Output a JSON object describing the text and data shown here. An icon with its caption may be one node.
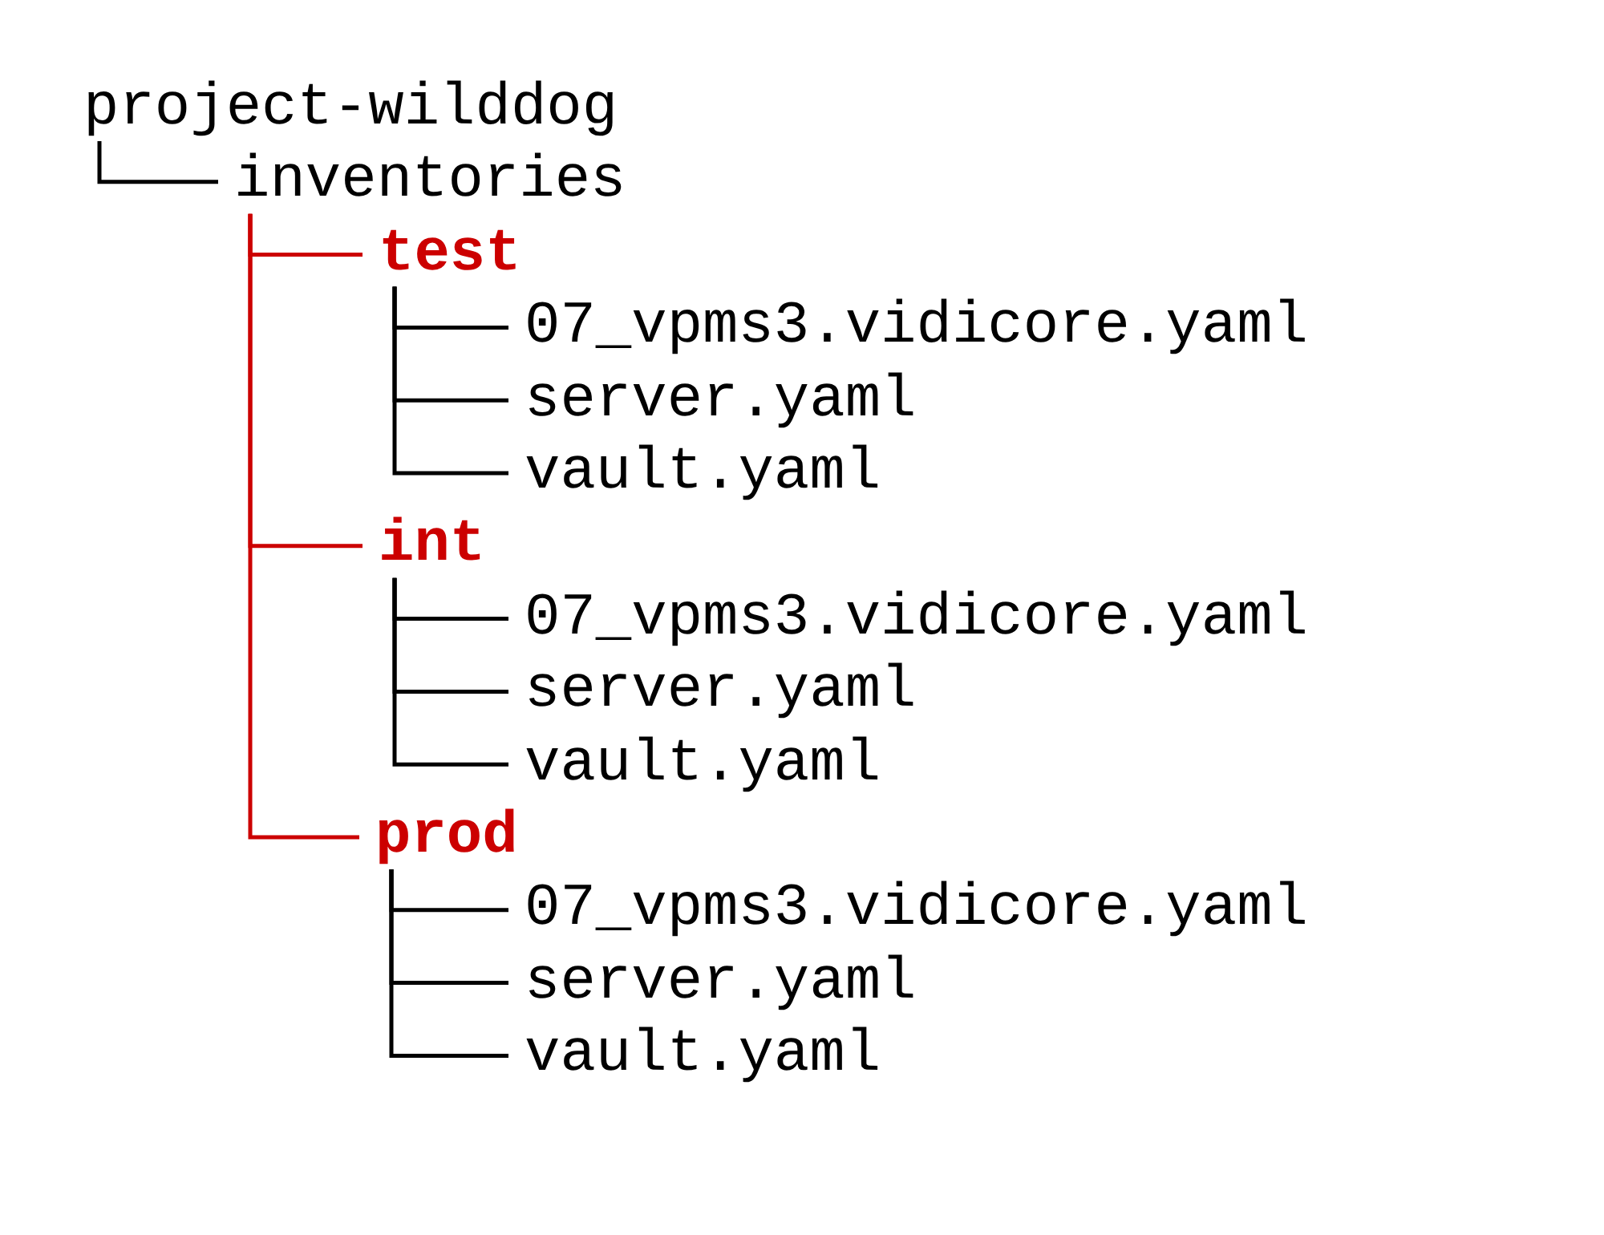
{
  "diagram": {
    "nodes": [
      {
        "text": [
          "project-wilddog"
        ]
      },
      {
        "text": [
          "inventories"
        ]
      },
      {
        "text": [
          "test"
        ]
      },
      {
        "text": [
          "07_vpms3.vidicore.yaml"
        ]
      },
      {
        "text": [
          "server.yaml"
        ]
      },
      {
        "text": [
          "vault.yaml"
        ]
      },
      {
        "text": [
          "int"
        ]
      },
      {
        "text": [
          "07_vpms3.vidicore.yaml"
        ]
      },
      {
        "text": [
          "server.yaml"
        ]
      },
      {
        "text": [
          "vault.yaml"
        ]
      },
      {
        "text": [
          "prod"
        ]
      },
      {
        "text": [
          "07_vpms3.vidicore.yaml"
        ]
      },
      {
        "text": [
          "server.yaml"
        ]
      },
      {
        "text": [
          "vault.yaml"
        ]
      }
    ],
    "edges": [
      {
        "from": 0,
        "to": 1,
        "arrow": "none"
      },
      {
        "from": 1,
        "to": 2,
        "arrow": "none",
        "color": "#cc0000"
      },
      {
        "from": 2,
        "to": 3,
        "arrow": "none"
      },
      {
        "from": 2,
        "to": 4,
        "arrow": "none"
      },
      {
        "from": 2,
        "to": 5,
        "arrow": "none"
      },
      {
        "from": 1,
        "to": 6,
        "arrow": "none",
        "color": "#cc0000"
      },
      {
        "from": 6,
        "to": 7,
        "arrow": "none"
      },
      {
        "from": 6,
        "to": 8,
        "arrow": "none"
      },
      {
        "from": 6,
        "to": 9,
        "arrow": "none"
      },
      {
        "from": 1,
        "to": 10,
        "arrow": "none",
        "color": "#cc0000"
      },
      {
        "from": 10,
        "to": 11,
        "arrow": "none"
      },
      {
        "from": 10,
        "to": 12,
        "arrow": "none"
      },
      {
        "from": 10,
        "to": 13,
        "arrow": "none"
      }
    ]
  }
}
